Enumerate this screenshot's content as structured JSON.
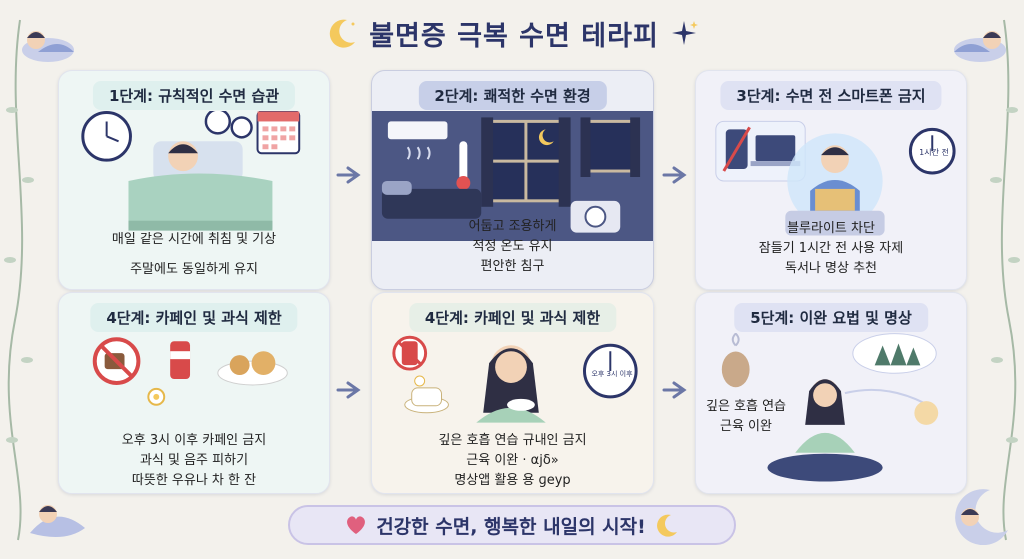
{
  "title": "불면증 극복 수면 테라피",
  "colors": {
    "navy": "#2c3569",
    "mint": "#dff0ee",
    "night": "#5a6592",
    "arrow": "#6b77a6",
    "accent_red": "#d84a4a",
    "heart": "#e0607e"
  },
  "steps": [
    {
      "title": "1단계: 규칙적인 수면 습관",
      "lines": [
        "매일 같은 시간에 취침 및 기상",
        "주말에도 동일하게 유지"
      ]
    },
    {
      "title": "2단계: 쾌적한 수면 환경",
      "lines": [
        "어둡고 조용하게",
        "적정 온도 유지",
        "편안한 침구"
      ]
    },
    {
      "title": "3단계: 수면 전 스마트폰 금지",
      "clock_label": "1시간 전",
      "lines": [
        "블루라이트 차단",
        "잠들기 1시간 전 사용 자제",
        "독서나 명상 추천"
      ]
    },
    {
      "title": "4단계: 카페인 및 과식 제한",
      "lines": [
        "오후 3시 이후 카페인 금지",
        "과식 및 음주 피하기",
        "따뜻한 우유나 차 한 잔"
      ]
    },
    {
      "title": "4단계: 카페인 및 과식 제한",
      "clock_label": "오후 3시 이후",
      "lines": [
        "깊은 호흡 연습 규내인 금지",
        "근육 이완 · αjδ»",
        "명상앱 활용 용 ɡeyp"
      ]
    },
    {
      "title": "5단계: 이완 요법 및 명상",
      "lines": [
        "깊은 호흡 연습",
        "근육 이완"
      ]
    }
  ],
  "footer": "건강한 수면, 행복한 내일의 시작!",
  "icons": [
    "crescent-moon-icon",
    "sparkle-icon",
    "heart-icon",
    "arrow-right-icon",
    "clock-icon",
    "calendar-icon",
    "no-coffee-icon",
    "no-phone-icon"
  ]
}
